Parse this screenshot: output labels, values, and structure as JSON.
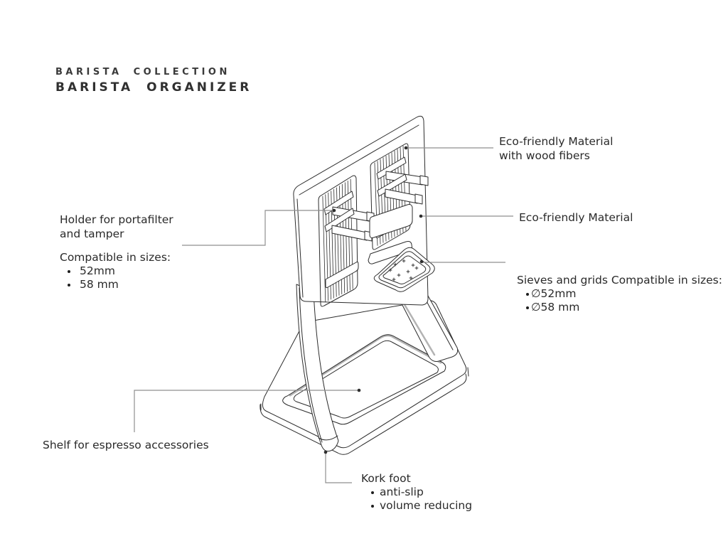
{
  "header": {
    "collection": "BARISTA COLLECTION",
    "product": "BARISTA ORGANIZER"
  },
  "callouts": {
    "wood_fibers": {
      "line1": "Eco-friendly Material",
      "line2": "with wood fibers"
    },
    "eco_material": {
      "label": "Eco-friendly Material"
    },
    "holder": {
      "line1": "Holder for portafilter",
      "line2": "and tamper"
    },
    "holder_sizes": {
      "title": "Compatible in sizes:",
      "items": [
        "52mm",
        "58 mm"
      ]
    },
    "sieves": {
      "title": "Sieves and grids Compatible in sizes:",
      "items": [
        "∅52mm",
        "∅58 mm"
      ]
    },
    "shelf": {
      "label": "Shelf for espresso accessories"
    },
    "kork_foot": {
      "title": "Kork foot",
      "items": [
        "anti-slip",
        "volume reducing"
      ]
    }
  },
  "colors": {
    "background": "#ffffff",
    "text": "#2a2a2a",
    "drawing_stroke": "#2c2c2c",
    "leader_line": "#8f8f8f",
    "shading": "#b3b3b3"
  }
}
